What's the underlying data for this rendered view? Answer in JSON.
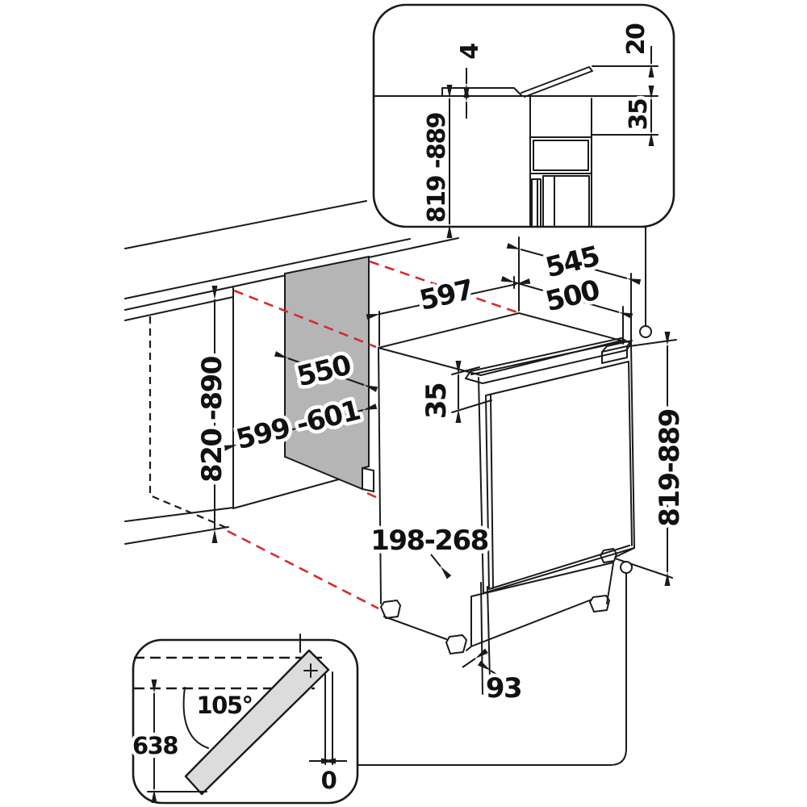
{
  "diagram": {
    "kind": "appliance-installation-dimension-drawing",
    "subject": "built-under refrigerator niche",
    "units_note": ""
  },
  "colors": {
    "line": "#1a1a1a",
    "projection_red": "#d62b2b",
    "rear_panel_gray": "#b5b5b5",
    "door_swing_gray": "#dcdcdc",
    "background": "#ffffff"
  },
  "dims": {
    "section_niche_height": "819 -889",
    "section_flap_thickness": "4",
    "section_flap_opening": "20",
    "section_vent_gap": "35",
    "worktop_depth": "545",
    "recess_depth": "500",
    "appliance_width": "597",
    "rear_panel_depth": "550",
    "niche_width": "599 -601",
    "niche_height": "820 -890",
    "top_clearance": "35",
    "appliance_height": "819-889",
    "plinth_height": "198-268",
    "foot_setback": "93",
    "door_opening_angle": "105°",
    "hinge_height": "638",
    "side_clearance": "0"
  }
}
